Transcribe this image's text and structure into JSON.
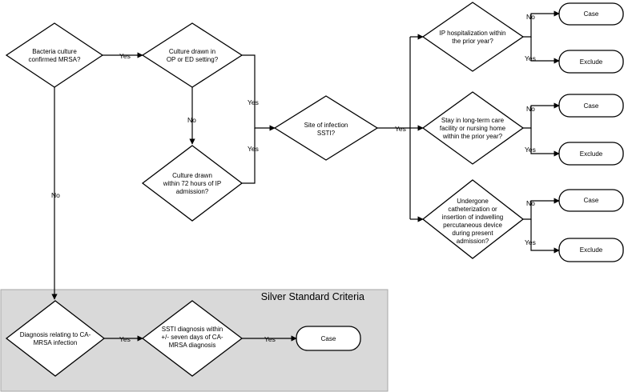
{
  "panel": {
    "title": "Silver Standard Criteria"
  },
  "decisions": {
    "d1": [
      "Bacteria culture",
      "confirmed MRSA?"
    ],
    "d2": [
      "Culture drawn in",
      "OP or ED setting?"
    ],
    "d3": [
      "Culture drawn",
      "within 72 hours of IP",
      "admission?"
    ],
    "d4": [
      "Site of infection",
      "SSTI?"
    ],
    "d5": [
      "IP hospitalization within",
      "the prior year?"
    ],
    "d6": [
      "Stay in long-term care",
      "facility or nursing home",
      "within the prior year?"
    ],
    "d7": [
      "Undergone",
      "catheterization or",
      "insertion of indwelling",
      "percutaneous device",
      "during present",
      "admission?"
    ],
    "d8": [
      "Diagnosis relating to CA-",
      "MRSA infection"
    ],
    "d9": [
      "SSTI diagnosis within",
      "+/- seven days of CA-",
      "MRSA diagnosis"
    ]
  },
  "terminals": {
    "t1": "Case",
    "t2": "Exclude",
    "t3": "Case",
    "t4": "Exclude",
    "t5": "Case",
    "t6": "Exclude",
    "t7": "Case"
  },
  "edges": {
    "d1_d2": "Yes",
    "d1_d8": "No",
    "d2_d3": "No",
    "d2_d4": "Yes",
    "d3_d4": "Yes",
    "d4_right": "Yes",
    "d5_t1": "No",
    "d5_t2": "Yes",
    "d6_t3": "No",
    "d6_t4": "Yes",
    "d7_t5": "No",
    "d7_t6": "Yes",
    "d8_d9": "Yes",
    "d9_t7": "Yes"
  }
}
